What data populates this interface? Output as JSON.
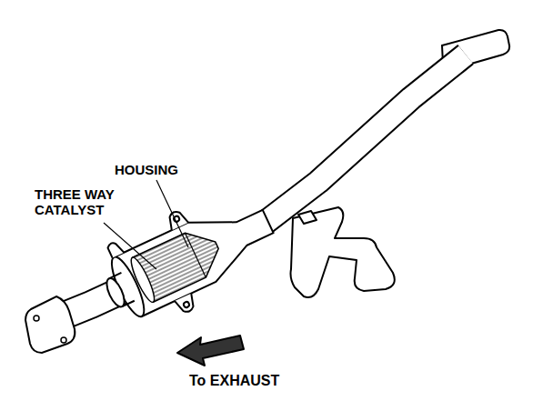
{
  "diagram": {
    "labels": [
      "HOUSING",
      "THREE WAY CATALYST",
      "To EXHAUST"
    ]
  }
}
